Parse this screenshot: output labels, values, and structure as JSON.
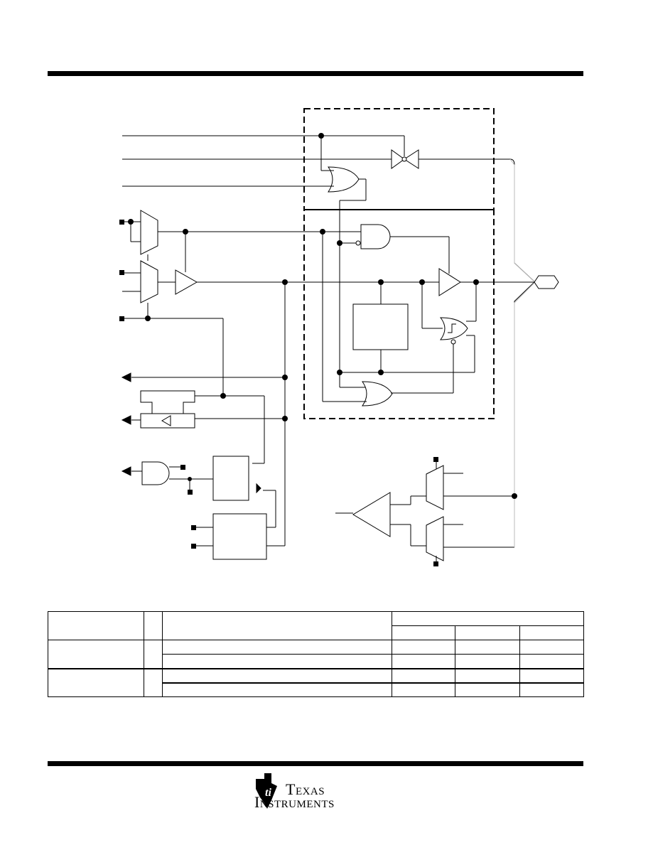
{
  "document": {
    "type": "datasheet-page",
    "figure": {
      "kind": "logic-schematic",
      "regions": [
        "upper-dashed-block",
        "lower-dashed-block"
      ],
      "signal_labels": []
    },
    "table": {
      "rows": 6,
      "columns": 6,
      "header_cells": [
        "",
        "",
        "",
        "",
        "",
        "",
        ""
      ],
      "cells": [
        [
          "",
          "",
          "",
          "",
          "",
          ""
        ],
        [
          "",
          "",
          "",
          "",
          "",
          ""
        ],
        [
          "",
          "",
          "",
          "",
          "",
          ""
        ],
        [
          "",
          "",
          "",
          "",
          "",
          ""
        ]
      ]
    }
  },
  "footer": {
    "logo_line1": "Texas",
    "logo_line2": "Instruments",
    "logo_icon": "ti-state-logo-icon",
    "logo_color": "#000000"
  }
}
